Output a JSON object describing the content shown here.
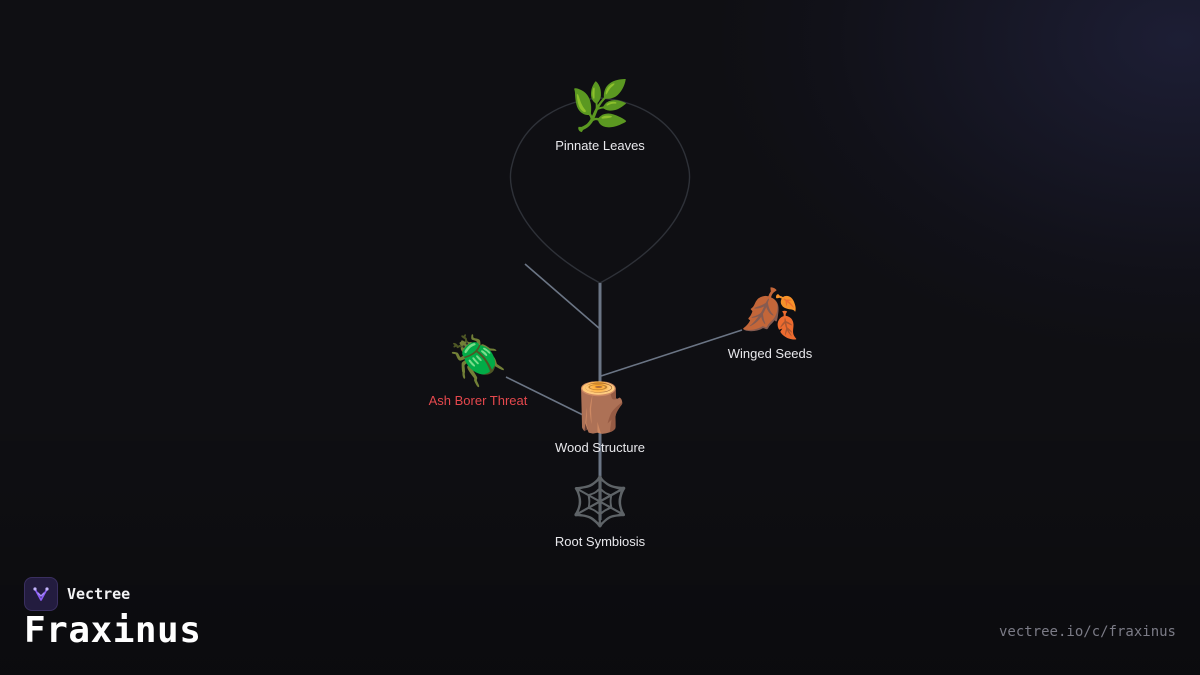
{
  "brand": {
    "name": "Vectree",
    "logo_icon": "tree-logo-icon",
    "accent": "#8b5cf6"
  },
  "page": {
    "title": "Fraxinus",
    "url": "vectree.io/c/fraxinus"
  },
  "colors": {
    "background": "#0f0f13",
    "edge": "#6b7585",
    "loop": "#2e3138",
    "threat": "#e5484d",
    "label": "#e8e8ec"
  },
  "nodes": {
    "pinnate_leaves": {
      "label": "Pinnate Leaves",
      "icon": "🌿",
      "icon_name": "herb-icon"
    },
    "winged_seeds": {
      "label": "Winged Seeds",
      "icon": "🍂",
      "icon_name": "fallen-leaves-icon"
    },
    "ash_borer": {
      "label": "Ash Borer Threat",
      "icon": "🪲",
      "icon_name": "beetle-icon"
    },
    "wood_structure": {
      "label": "Wood Structure",
      "icon": "🪵",
      "icon_name": "wood-log-icon"
    },
    "root_symbiosis": {
      "label": "Root Symbiosis",
      "icon": "🕸️",
      "icon_name": "spider-web-icon"
    }
  }
}
